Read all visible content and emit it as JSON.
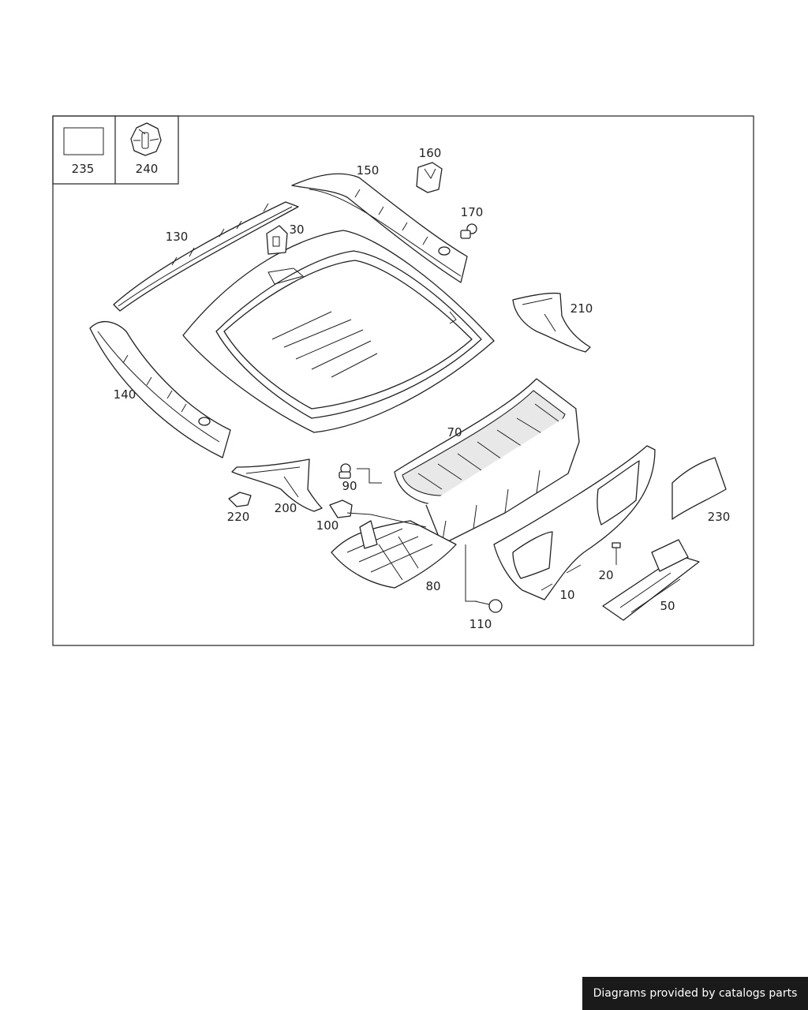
{
  "colors": {
    "line": "#222222",
    "background": "#ffffff",
    "banner_bg": "#1a1a1a",
    "banner_text": "#ffffff"
  },
  "legend": {
    "items": [
      {
        "label": "235"
      },
      {
        "label": "240"
      }
    ]
  },
  "parts": {
    "p10": "10",
    "p20": "20",
    "p30": "30",
    "p50": "50",
    "p70": "70",
    "p80": "80",
    "p90": "90",
    "p100": "100",
    "p110": "110",
    "p130": "130",
    "p140": "140",
    "p150": "150",
    "p160": "160",
    "p170": "170",
    "p200": "200",
    "p210": "210",
    "p220": "220",
    "p230": "230"
  },
  "credit": {
    "text": "Diagrams provided by catalogs parts"
  }
}
